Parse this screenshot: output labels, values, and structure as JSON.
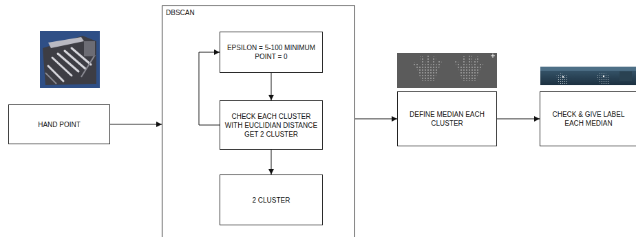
{
  "diagram": {
    "nodes": [
      {
        "text": [
          "HAND POINT"
        ]
      },
      {
        "text": [
          "DBSCAN"
        ]
      },
      {
        "text": [
          "EPSILON = 5-100 MINIMUM POINT = 0"
        ],
        "in": 1
      },
      {
        "text": [
          "CHECK EACH CLUSTER WITH EUCLIDIAN DISTANCE GET 2 CLUSTER"
        ],
        "in": 1
      },
      {
        "text": [
          "2 CLUSTER"
        ],
        "in": 1
      },
      {
        "text": [
          "DEFINE MEDIAN EACH CLUSTER"
        ]
      },
      {
        "text": [
          "CHECK & GIVE LABEL EACH MEDIAN"
        ]
      }
    ],
    "edges": [
      {
        "from": 0,
        "to": 1,
        "arrow": "to"
      },
      {
        "from": 2,
        "to": 3,
        "arrow": "to"
      },
      {
        "from": 3,
        "to": 2,
        "arrow": "to"
      },
      {
        "from": 3,
        "to": 4,
        "arrow": "to"
      },
      {
        "from": 1,
        "to": 5,
        "arrow": "to"
      },
      {
        "from": 5,
        "to": 6,
        "arrow": "to"
      }
    ]
  }
}
